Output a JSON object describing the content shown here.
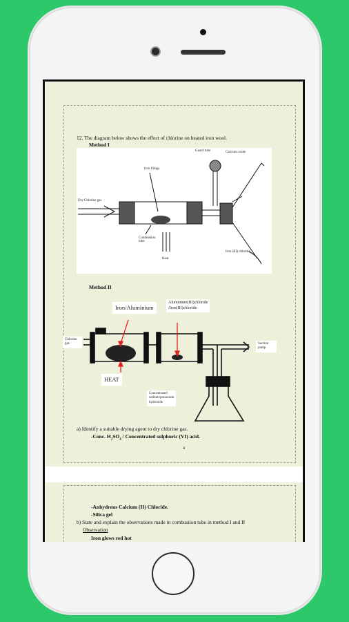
{
  "question": "12. The diagram below shows the effect of chlorine on heated iron wool.",
  "method1": "Method I",
  "method2": "Method II",
  "fig1_labels": {
    "dry_chlorine": "Dry Chlorine gas",
    "iron_filings": "Iron filings",
    "guard_tube": "Guard tube",
    "calcium_oxide": "Calcium oxide",
    "combustion_tube": "Combustion tube",
    "heat": "Heat",
    "iron_chloride": "Iron (III) chloride"
  },
  "fig2_labels": {
    "iron_aluminium": "Iron/Aluminium",
    "aluminium_chloride": "Aluminium(III)chloride",
    "iron_chloride": "/Iron(III)chloride",
    "chlorine_gas": "Chlorine gas",
    "suction_pump": "Suction pump",
    "heat": "HEAT",
    "conc_line1": "Concentrated",
    "conc_line2": "sodium/potassium",
    "conc_line3": "hydroxide"
  },
  "part_a": "a) Identify a suitable drying agent to dry chlorine gas.",
  "answer_a_prefix": "-Conc. H",
  "answer_a_sub1": "2",
  "answer_a_mid": "SO",
  "answer_a_sub2": "4",
  "answer_a_suffix": " / Concentrated sulphuric (VI) acid.",
  "page_number": "4",
  "answer_cacl": "-Anhydrous Calcium (II) Chloride.",
  "answer_silica": "-Silica gel",
  "part_b": "b) State and explain the observations made in combustion tube in method I and II",
  "observation_heading": "Observation",
  "observation_text": "Iron glows red hot"
}
